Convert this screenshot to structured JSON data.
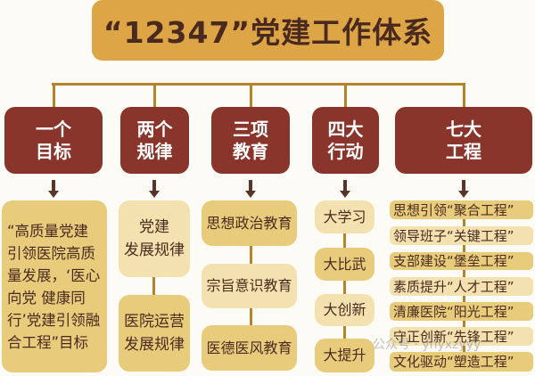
{
  "title": "“12347”党建工作体系",
  "colors": {
    "title_bg": "#dea547",
    "category_bg": "#8a352c",
    "connector": "#b5832a",
    "item_dark": "#e8cc7c",
    "item_light": "#f3e2b0",
    "text": "#4a2a1e"
  },
  "categories": [
    {
      "label": "一个\n目标",
      "items": [
        "“高质量党建引领医院高质量发展，‘医心向党 健康同行’党建引领融合工程”目标"
      ]
    },
    {
      "label": "两个\n规律",
      "items": [
        "党建\n发展规律",
        "医院运营\n发展规律"
      ]
    },
    {
      "label": "三项\n教育",
      "items": [
        "思想政治教育",
        "宗旨意识教育",
        "医德医风教育"
      ]
    },
    {
      "label": "四大\n行动",
      "items": [
        "大学习",
        "大比武",
        "大创新",
        "大提升"
      ]
    },
    {
      "label": "七大\n工程",
      "items": [
        "思想引领“聚合工程”",
        "领导班子“关键工程”",
        "支部建设“堡垒工程”",
        "素质提升“人才工程”",
        "清廉医院“阳光工程”",
        "守正创新“先锋工程”",
        "文化驱动“塑造工程”"
      ]
    }
  ],
  "watermark": "公众号 · ynyxzyyy"
}
